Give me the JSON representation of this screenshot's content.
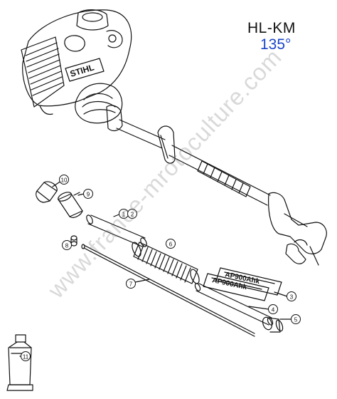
{
  "header": {
    "model": "HL-KM",
    "angle": "135°"
  },
  "watermark": "www.france-mrotoculture.com",
  "engine": {
    "brand_mark": "STIHL"
  },
  "labels": {
    "decal_text": "AP900Ahk"
  },
  "callouts": [
    "10",
    "9",
    "1",
    "2",
    "8",
    "6",
    "7",
    "3",
    "4",
    "5",
    "11"
  ],
  "colors": {
    "line": "#111111",
    "title_accent": "#1a44c8",
    "watermark": "#888888"
  }
}
